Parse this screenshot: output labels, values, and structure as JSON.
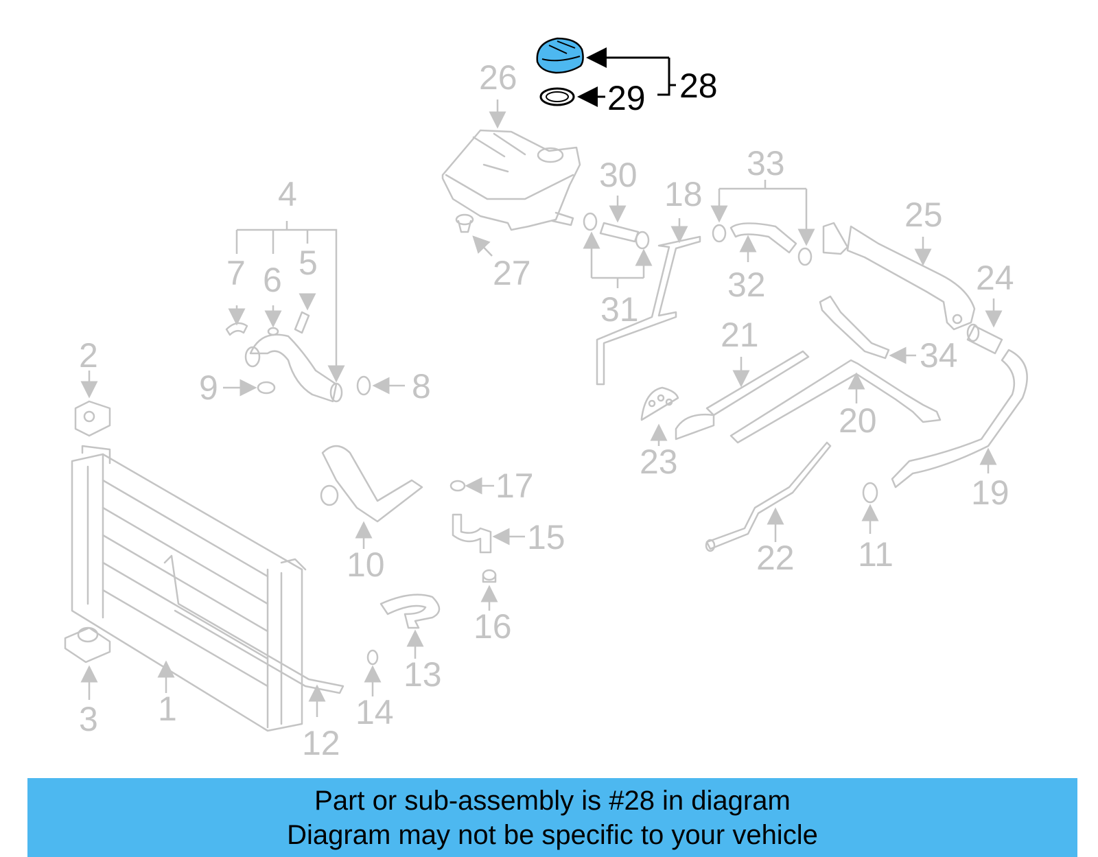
{
  "diagram": {
    "highlight_color": "#4db8f0",
    "labels": {
      "n1": "1",
      "n2": "2",
      "n3": "3",
      "n4": "4",
      "n5": "5",
      "n6": "6",
      "n7": "7",
      "n8": "8",
      "n9": "9",
      "n10": "10",
      "n11": "11",
      "n12": "12",
      "n13": "13",
      "n14": "14",
      "n15": "15",
      "n16": "16",
      "n17": "17",
      "n18": "18",
      "n19": "19",
      "n20": "20",
      "n21": "21",
      "n22": "22",
      "n23": "23",
      "n24": "24",
      "n25": "25",
      "n26": "26",
      "n27": "27",
      "n28": "28",
      "n29": "29",
      "n30": "30",
      "n31": "31",
      "n32": "32",
      "n33": "33",
      "n34": "34"
    }
  },
  "banner": {
    "line1": "Part or sub-assembly is #28 in diagram",
    "line2": "Diagram may not be specific to your vehicle",
    "background": "#4db8f0"
  }
}
